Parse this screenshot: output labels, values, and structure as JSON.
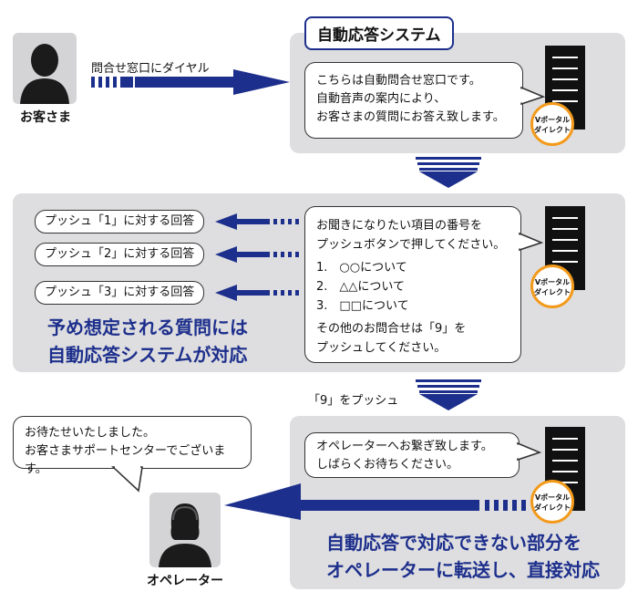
{
  "caller": {
    "label": "お客さま",
    "dial_text": "問合せ窓口にダイヤル"
  },
  "operator": {
    "label": "オペレーター"
  },
  "section1": {
    "title": "自動応答システム",
    "message": [
      "こちらは自動問合せ窓口です。",
      "自動音声の案内により、",
      "お客さまの質問にお答え致します。"
    ],
    "badge": [
      "Vポータル",
      "ダイレクト"
    ]
  },
  "section2": {
    "pushes": [
      "プッシュ「1」に対する回答",
      "プッシュ「2」に対する回答",
      "プッシュ「3」に対する回答"
    ],
    "message_intro": [
      "お聞きになりたい項目の番号を",
      "プッシュボタンで押してください。"
    ],
    "menu": [
      "1.　○○について",
      "2.　△△について",
      "3.　□□について"
    ],
    "message_outro": [
      "その他のお問合せは「9」を",
      "プッシュしてください。"
    ],
    "headline": [
      "予め想定される質問には",
      "自動応答システムが対応"
    ],
    "badge": [
      "Vポータル",
      "ダイレクト"
    ]
  },
  "transition": {
    "label": "「9」をプッシュ"
  },
  "section3": {
    "operator_message": [
      "お待たせいたしました。",
      "お客さまサポートセンターでございます。"
    ],
    "message": [
      "オペレーターへお繋ぎ致します。",
      "しばらくお待ちください。"
    ],
    "headline": [
      "自動応答で対応できない部分を",
      "オペレーターに転送し、直接対応"
    ],
    "badge": [
      "Vポータル",
      "ダイレクト"
    ]
  },
  "colors": {
    "accent": "#1d2f8c",
    "panel": "#dedee0",
    "badge_ring": "#f39a1b"
  }
}
